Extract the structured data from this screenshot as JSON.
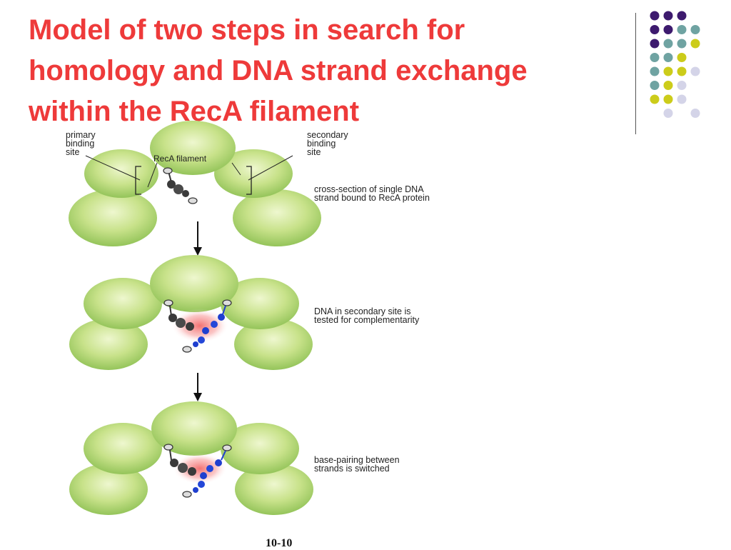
{
  "title": {
    "lines": [
      "Model of two steps in search for",
      "homology and DNA strand exchange",
      "within the RecA filament"
    ]
  },
  "labels": {
    "primary_site": [
      "primary",
      "binding",
      "site"
    ],
    "recA_filament": "RecA filament",
    "secondary_site": [
      "secondary",
      "binding",
      "site"
    ],
    "step1": [
      "cross-section of single DNA",
      "strand bound to RecA protein"
    ],
    "step2": [
      "DNA in secondary site is",
      "tested for complementarity"
    ],
    "step3": [
      "base-pairing between",
      "strands is switched"
    ]
  },
  "figure_number": "10-10",
  "colors": {
    "title": "#ee3a3a",
    "protein_light": "#d6ea9e",
    "protein_dark": "#94c45a",
    "dot_purple": "#3d1a6e",
    "dot_teal": "#6fa3a2",
    "dot_yellow": "#cccc1a",
    "dot_lavender": "#d4d4e8",
    "strand_dark": "#3a3a3a",
    "strand_blue": "#1f3fcf",
    "highlight": "#f05a5a"
  }
}
